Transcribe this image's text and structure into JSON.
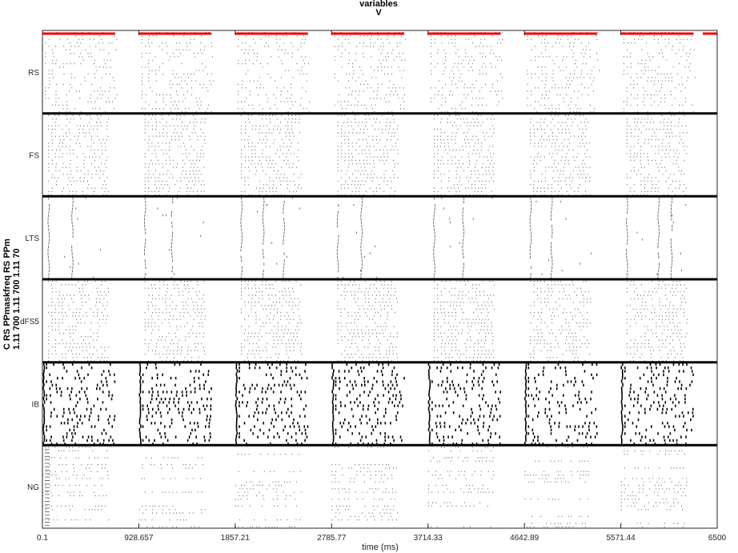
{
  "title": {
    "line1": "variables",
    "line2": "V"
  },
  "ylabel": {
    "line1": "C RS PPmaskfreq RS PPm",
    "line2": "1.11 700 1.11 700 1.11 70"
  },
  "chart_data": {
    "type": "raster",
    "xlabel": "time (ms)",
    "xlim": [
      0.1,
      6500
    ],
    "xticks": [
      "0.1",
      "928.657",
      "1857.21",
      "2785.77",
      "3714.33",
      "4642.89",
      "5571.44",
      "6500"
    ],
    "populations": [
      "RS",
      "FS",
      "LTS",
      "dFS5",
      "IB",
      "NG"
    ],
    "stimulus_mask_on_ms": [
      [
        0.1,
        700
      ],
      [
        928.7,
        1629
      ],
      [
        1857.2,
        2558
      ],
      [
        2785.8,
        3486
      ],
      [
        3714.3,
        4415
      ],
      [
        4642.9,
        5343
      ],
      [
        5571.4,
        6272
      ],
      [
        6500,
        6500
      ]
    ],
    "burst_period_ms": 928.56,
    "colors": {
      "spikes": "#666666",
      "ib_spikes": "#000000",
      "mask": "#ee0000",
      "divider": "#000000",
      "axis": "#262626"
    }
  }
}
